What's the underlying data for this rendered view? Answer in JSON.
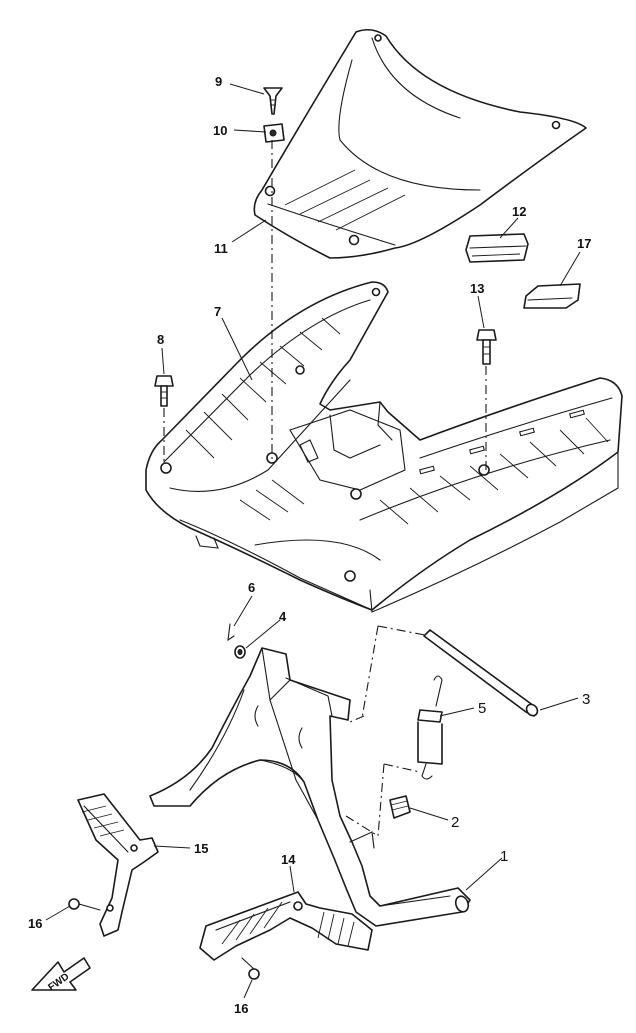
{
  "callouts": {
    "c1": "1",
    "c2": "2",
    "c3": "3",
    "c4": "4",
    "c5": "5",
    "c6": "6",
    "c7": "7",
    "c8": "8",
    "c9": "9",
    "c10": "10",
    "c11": "11",
    "c12": "12",
    "c13": "13",
    "c14": "14",
    "c15": "15",
    "c16a": "16",
    "c16b": "16",
    "c17": "17"
  },
  "direction_arrow": {
    "label": "FWD"
  }
}
